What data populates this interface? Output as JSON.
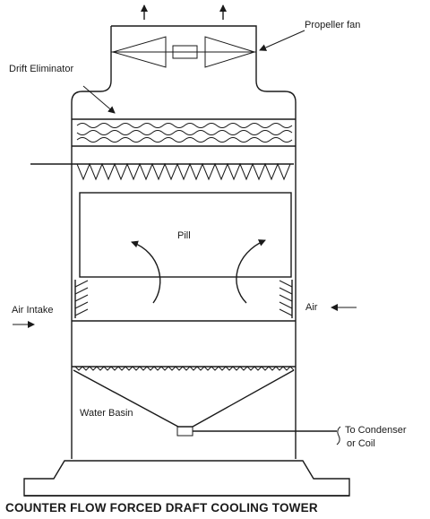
{
  "diagram": {
    "title": "COUNTER FLOW FORCED DRAFT COOLING TOWER",
    "labels": {
      "propeller_fan": "Propeller fan",
      "drift_eliminator": "Drift Eliminator",
      "fill": "Pill",
      "air_intake": "Air Intake",
      "air": "Air",
      "water_basin": "Water Basin",
      "to_condenser_line1": "To Condenser",
      "to_condenser_line2": "or Coil"
    }
  }
}
